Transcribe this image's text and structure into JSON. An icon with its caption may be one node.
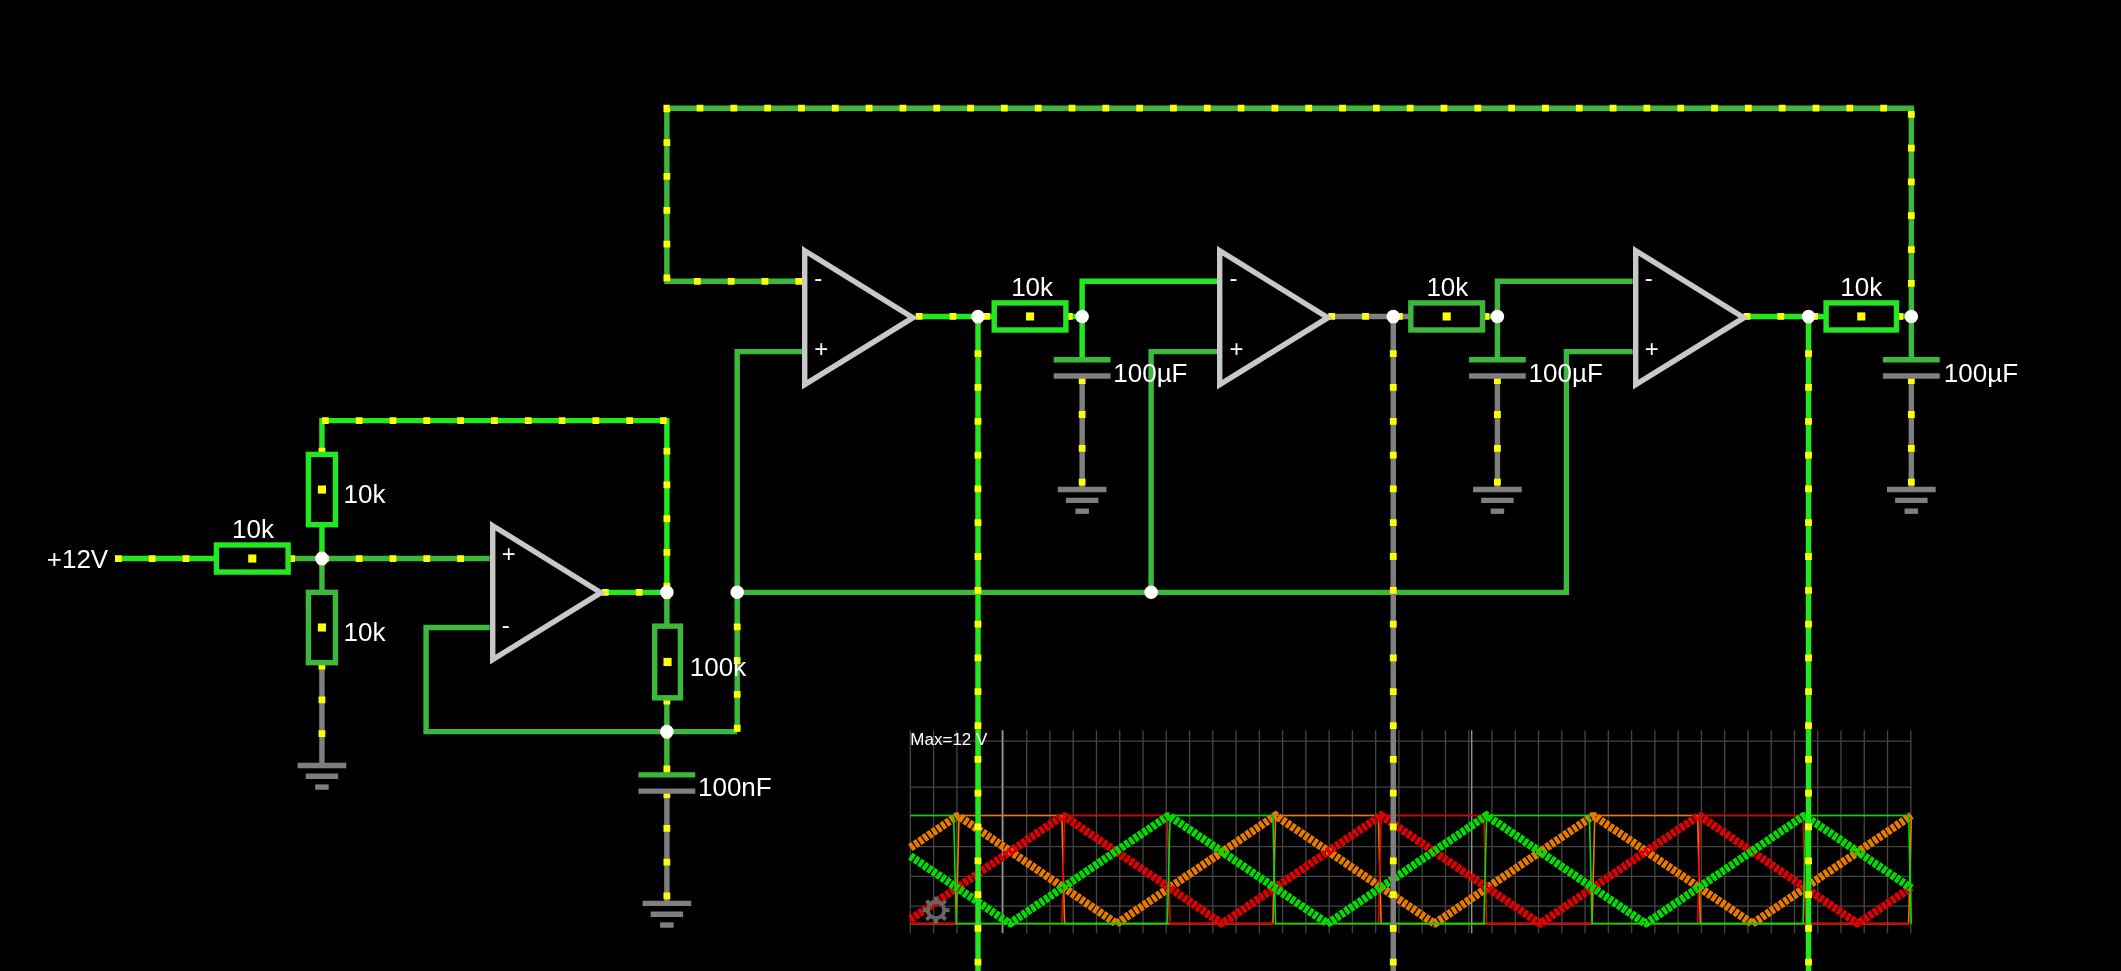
{
  "diagram": {
    "nodes": [
      {
        "text": [
          "-",
          "+"
        ]
      },
      {
        "text": [
          "-",
          "+"
        ]
      },
      {
        "text": [
          "-",
          "+"
        ]
      },
      {
        "text": [
          "+",
          "-"
        ]
      }
    ],
    "labels": [
      "10k",
      "10k",
      "10k",
      "100µF",
      "100µF",
      "100µF",
      "10k",
      "10k",
      "+12V",
      "10k",
      "100k",
      "Max=12 V",
      "100nF"
    ]
  }
}
